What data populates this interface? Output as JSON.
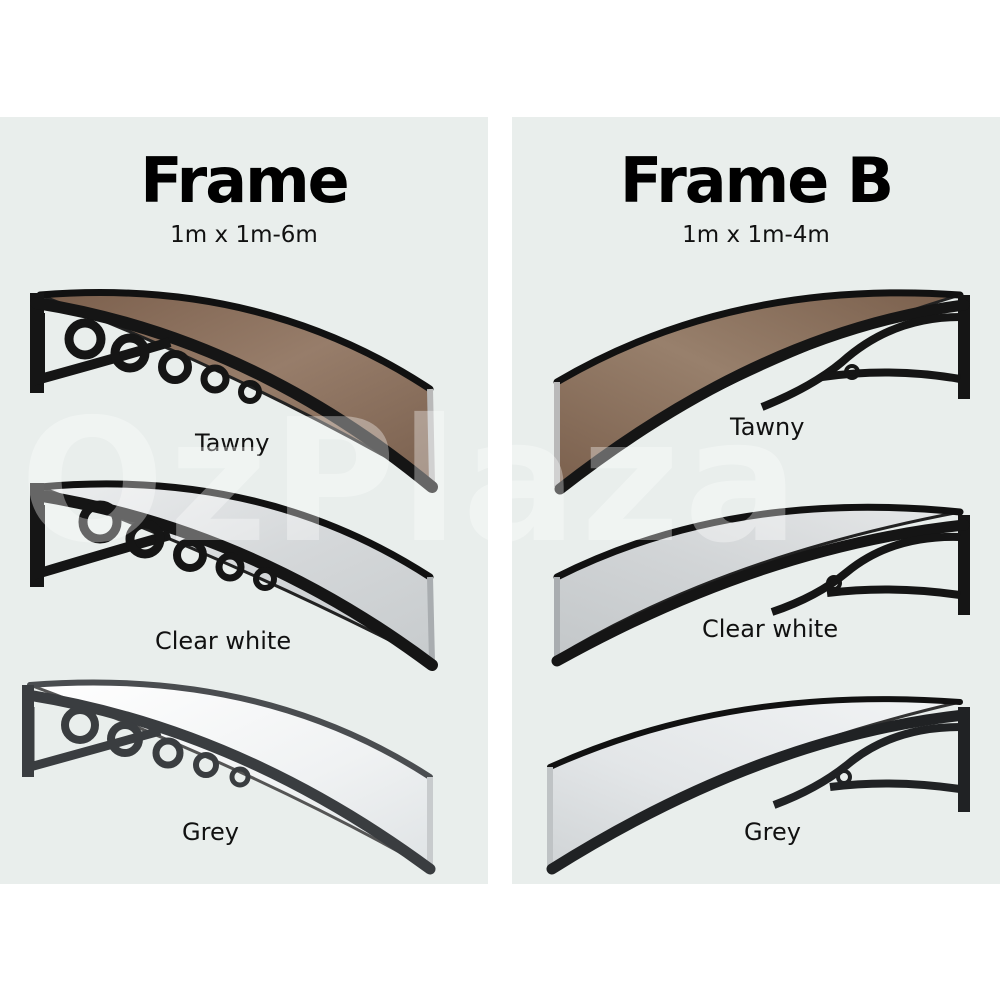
{
  "frame_a": {
    "title": "Frame",
    "size": "1m x 1m-6m",
    "variants": [
      {
        "label": "Tawny"
      },
      {
        "label": "Clear white"
      },
      {
        "label": "Grey"
      }
    ]
  },
  "frame_b": {
    "title": "Frame B",
    "size": "1m x 1m-4m",
    "variants": [
      {
        "label": "Tawny"
      },
      {
        "label": "Clear white"
      },
      {
        "label": "Grey"
      }
    ]
  },
  "colors": {
    "background": "#ffffff",
    "panel": "#e9eeec",
    "bracket_black": "#151515",
    "bracket_grey": "#3a3d40",
    "sheet_tawny": "#8a6f5c",
    "sheet_clear": "#dfe2e3",
    "sheet_grey": "#f3f4f5"
  },
  "watermark": "OzPlaza"
}
